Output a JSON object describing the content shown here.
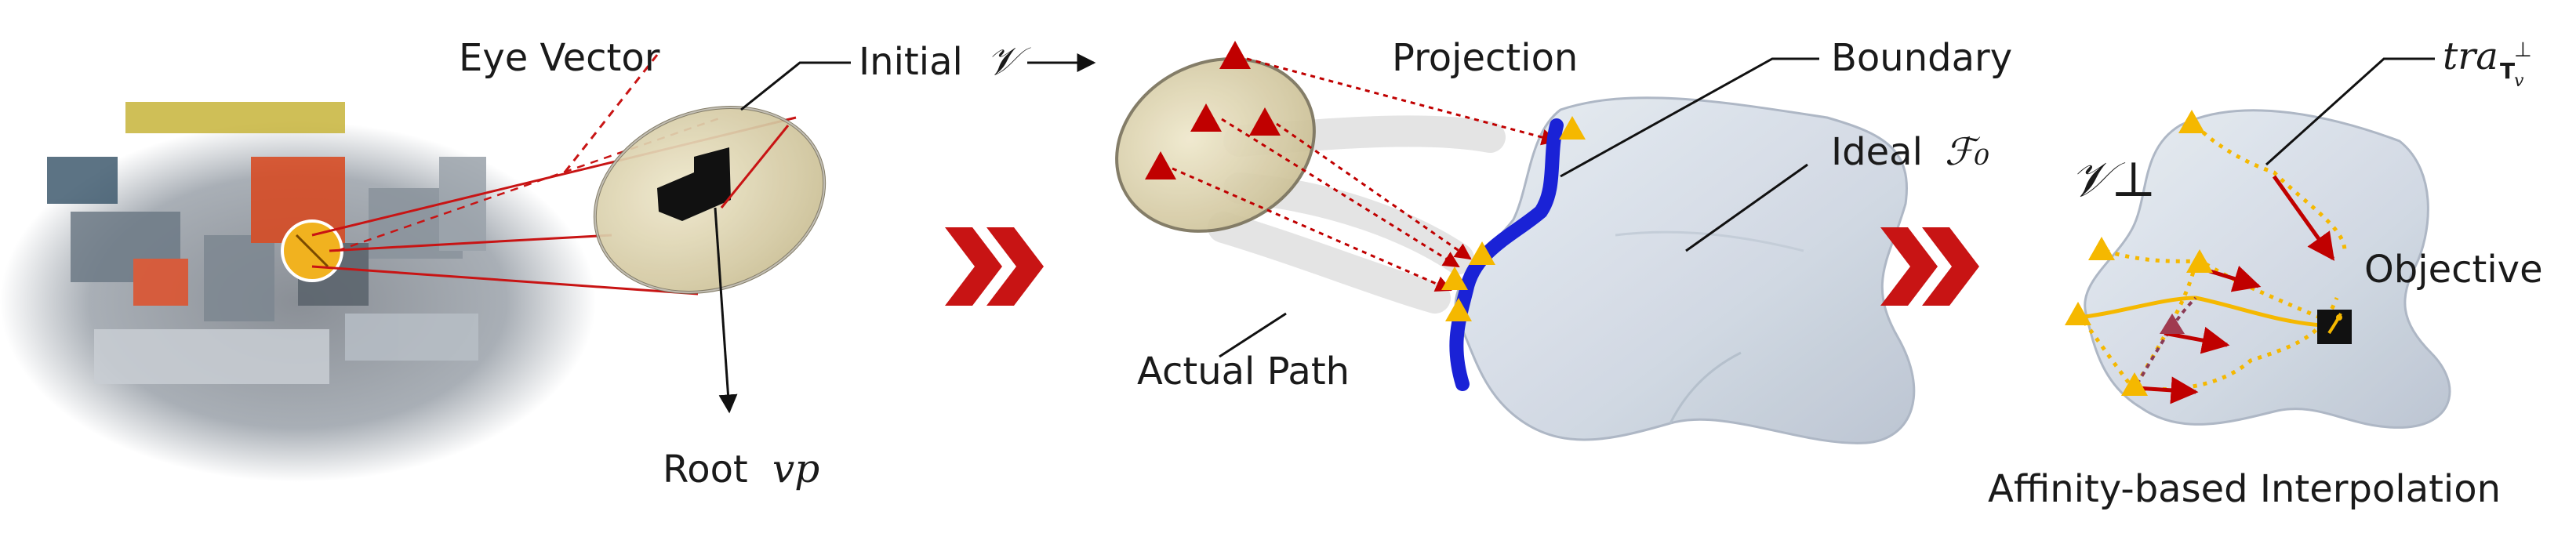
{
  "labels": {
    "eye_vector": "Eye Vector",
    "initial_v": "Initial",
    "initial_v_math": "𝒱",
    "root_vp": "Root",
    "root_vp_math": "vp",
    "projection": "Projection",
    "boundary": "Boundary",
    "ideal_f0": "Ideal",
    "ideal_f0_math": "ℱ₀",
    "actual_path": "Actual Path",
    "v_perp": "𝒱⊥",
    "tra_main": "tra",
    "tra_sub": "T",
    "tra_subsub": "v",
    "tra_sup": "⊥",
    "objective": "Objective",
    "affinity": "Affinity-based Interpolation"
  },
  "colors": {
    "red_marker": "#c00000",
    "yellow_marker": "#f5b800",
    "boundary_blue": "#1a22d6",
    "surface": "#d7dee8",
    "ellipse_fill": "#d9cfaa",
    "chevron": "#c81414"
  }
}
